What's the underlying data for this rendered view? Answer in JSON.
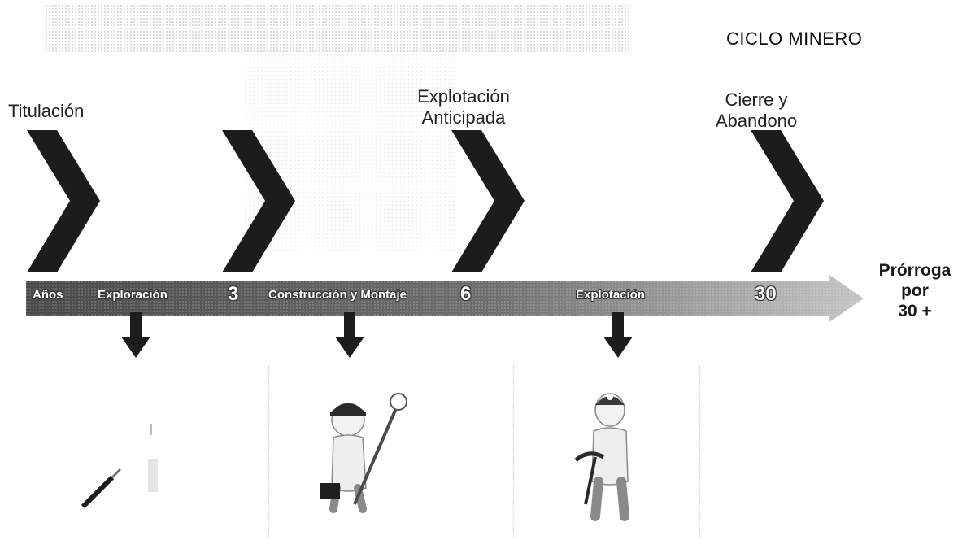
{
  "title": "CICLO MINERO",
  "phases": {
    "titulacion": "Titulación",
    "explotacion_anticipada_l1": "Explotación",
    "explotacion_anticipada_l2": "Anticipada",
    "cierre_l1": "Cierre y",
    "cierre_l2": "Abandono"
  },
  "timeline": {
    "anos": "Años",
    "exploracion": "Exploración",
    "mark_3": "3",
    "construccion": "Construcción y Montaje",
    "mark_6": "6",
    "explotacion": "Explotación",
    "mark_30": "30"
  },
  "prorroga": {
    "l1": "Prórroga",
    "l2": "por",
    "l3": "30 +"
  },
  "colors": {
    "band_dark": "#4a4a4a",
    "band_light": "#b8b8b8",
    "chevron": "#1c1c1c"
  },
  "icons": [
    "chevron-icon",
    "down-arrow-icon",
    "drill-tool-icon",
    "builder-figure-icon",
    "miner-figure-icon"
  ]
}
